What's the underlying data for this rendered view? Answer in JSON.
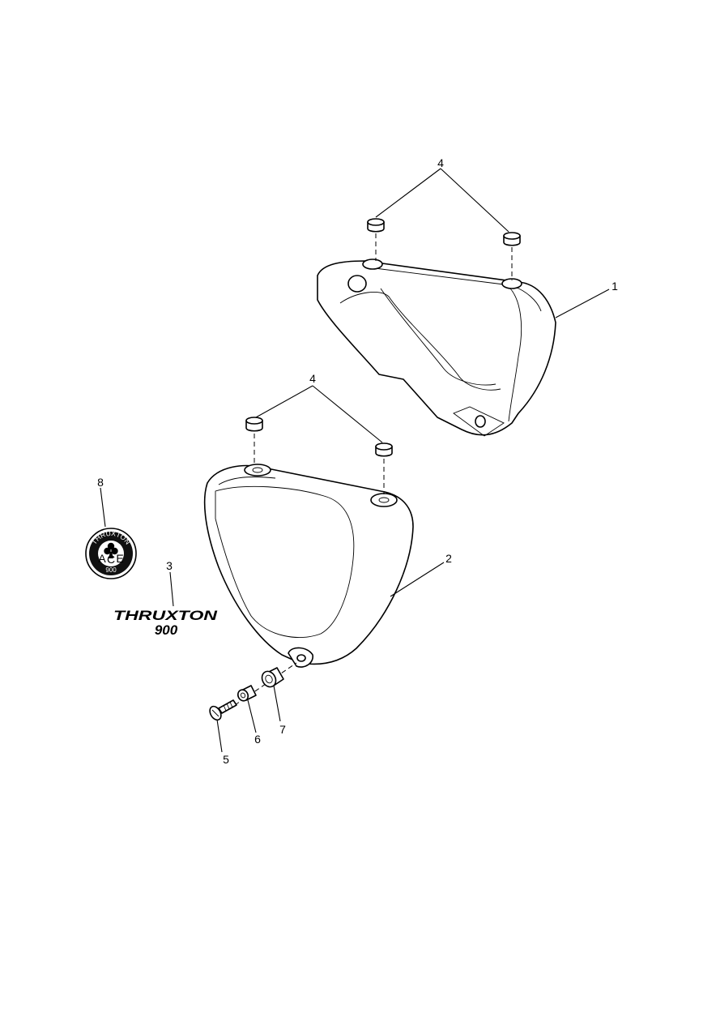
{
  "callouts": {
    "c1": "1",
    "c2": "2",
    "c3": "3",
    "c4_upper": "4",
    "c4_lower": "4",
    "c5": "5",
    "c6": "6",
    "c7": "7",
    "c8": "8"
  },
  "decal": {
    "line1": "THRUXTON",
    "line2": "900"
  },
  "badge": {
    "arc_text": "THRUXTON",
    "bottom_text": "900",
    "letters_left": "A",
    "letters_mid": "C",
    "letters_right": "E",
    "emblem": "club-icon"
  }
}
